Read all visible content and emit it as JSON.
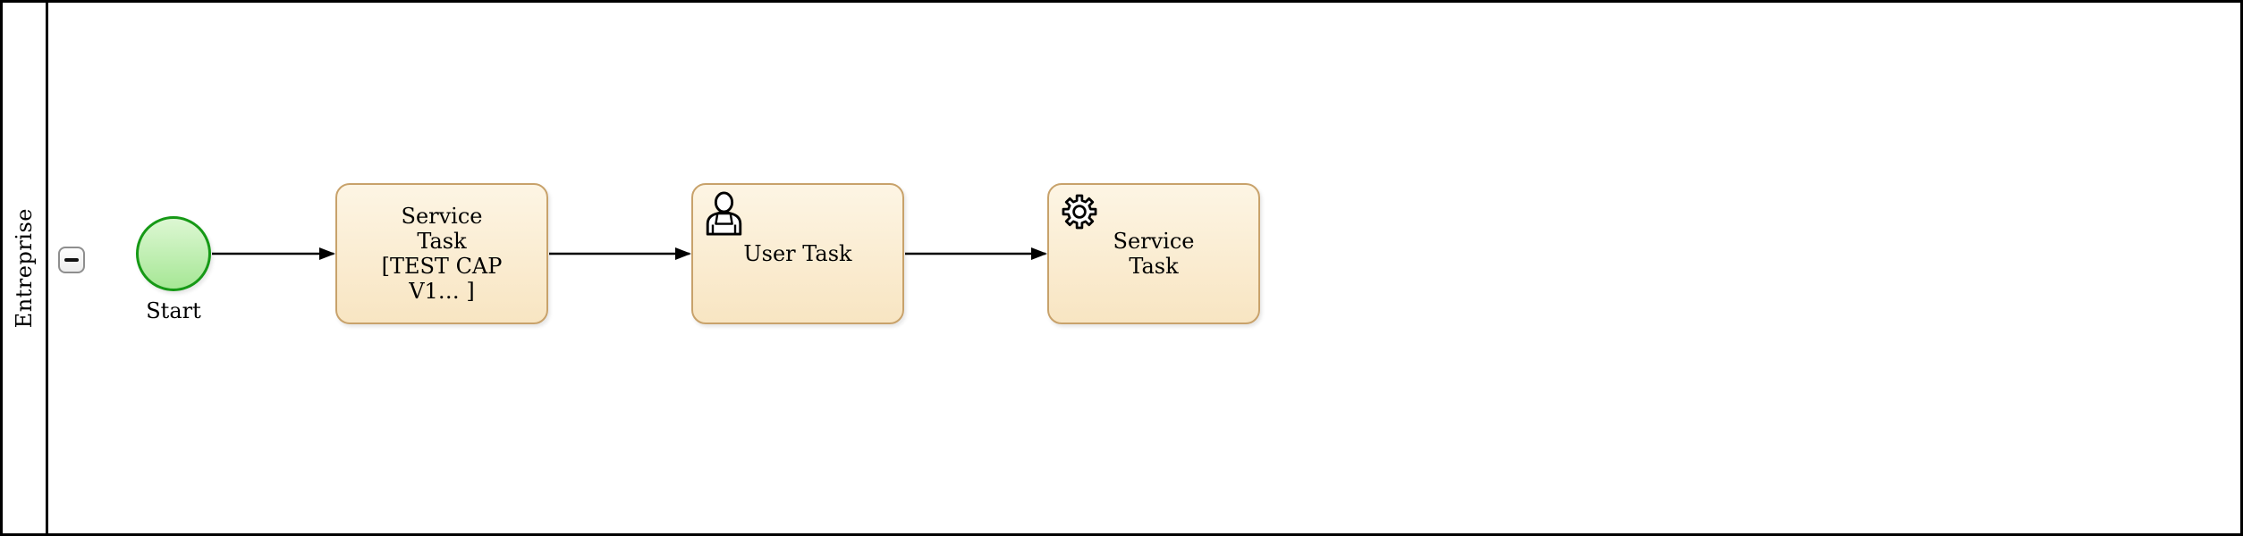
{
  "diagram": {
    "kind": "bpmn-process",
    "pool": {
      "name": "Entreprise"
    },
    "collapse_button": {
      "icon": "minus-icon"
    },
    "nodes": [
      {
        "id": "start",
        "type": "start-event",
        "label": "Start"
      },
      {
        "id": "task1",
        "type": "service-task",
        "icon": "none",
        "lines": [
          "Service",
          "Task",
          "[TEST CAP",
          "V1… ]"
        ]
      },
      {
        "id": "task2",
        "type": "user-task",
        "icon": "user-icon",
        "lines": [
          "User Task"
        ]
      },
      {
        "id": "task3",
        "type": "service-task",
        "icon": "gear-icon",
        "lines": [
          "Service",
          "Task"
        ]
      }
    ],
    "flows": [
      {
        "from": "start",
        "to": "task1"
      },
      {
        "from": "task1",
        "to": "task2"
      },
      {
        "from": "task2",
        "to": "task3"
      }
    ],
    "colors": {
      "task_border": "#c8a26b",
      "task_fill_top": "#fdf5e4",
      "task_fill_bottom": "#f8e5c2",
      "event_border": "#169916",
      "event_fill_top": "#ddf7d3",
      "event_fill_bottom": "#a6e795",
      "connector": "#000000",
      "pool_border": "#000000",
      "collapse_border": "#8e8e8e"
    }
  }
}
